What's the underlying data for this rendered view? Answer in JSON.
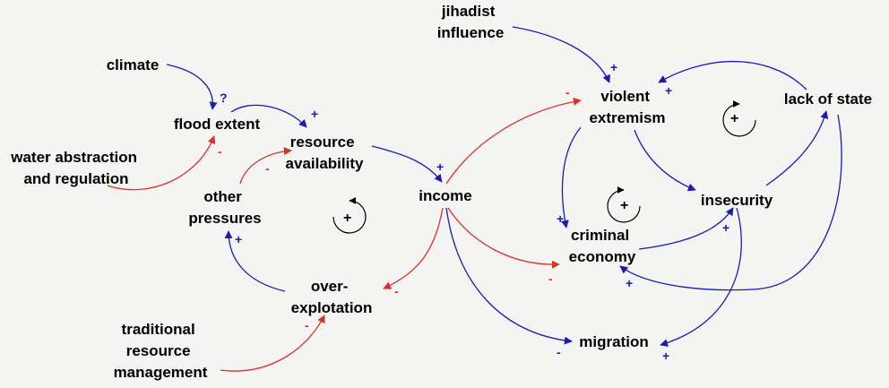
{
  "colors": {
    "background": "#f4f4f2",
    "positive_link": "#1b1bb4",
    "negative_link": "#d8302a",
    "text": "#000000"
  },
  "nodes": {
    "jihadist": [
      "jihadist",
      "influence"
    ],
    "climate": [
      "climate"
    ],
    "flood": [
      "flood extent"
    ],
    "water": [
      "water abstraction",
      "and regulation"
    ],
    "resource": [
      "resource",
      "availability"
    ],
    "pressures": [
      "other",
      "pressures"
    ],
    "income": [
      "income"
    ],
    "over": [
      "over-",
      "explotation"
    ],
    "traditional": [
      "traditional",
      "resource",
      "management"
    ],
    "violent": [
      "violent",
      "extremism"
    ],
    "lack": [
      "lack of state"
    ],
    "insecurity": [
      "insecurity"
    ],
    "criminal": [
      "criminal",
      "economy"
    ],
    "migration": [
      "migration"
    ]
  },
  "links": [
    {
      "id": "climate-flood",
      "from": "climate",
      "to": "flood extent",
      "polarity": "?",
      "color": "positive"
    },
    {
      "id": "water-flood",
      "from": "water abstraction and regulation",
      "to": "flood extent",
      "polarity": "-",
      "color": "negative"
    },
    {
      "id": "flood-resource",
      "from": "flood extent",
      "to": "resource availability",
      "polarity": "+",
      "color": "positive"
    },
    {
      "id": "pressures-resource",
      "from": "other pressures",
      "to": "resource availability",
      "polarity": "-",
      "color": "negative"
    },
    {
      "id": "resource-income",
      "from": "resource availability",
      "to": "income",
      "polarity": "+",
      "color": "positive"
    },
    {
      "id": "income-over",
      "from": "income",
      "to": "over-explotation",
      "polarity": "-",
      "color": "negative"
    },
    {
      "id": "over-pressures",
      "from": "over-explotation",
      "to": "other pressures",
      "polarity": "+",
      "color": "positive"
    },
    {
      "id": "traditional-over",
      "from": "traditional resource management",
      "to": "over-explotation",
      "polarity": "-",
      "color": "negative"
    },
    {
      "id": "income-violent",
      "from": "income",
      "to": "violent extremism",
      "polarity": "-",
      "color": "negative"
    },
    {
      "id": "income-criminal",
      "from": "income",
      "to": "criminal economy",
      "polarity": "-",
      "color": "negative"
    },
    {
      "id": "income-migration",
      "from": "income",
      "to": "migration",
      "polarity": "-",
      "color": "positive"
    },
    {
      "id": "jihadist-violent",
      "from": "jihadist influence",
      "to": "violent extremism",
      "polarity": "+",
      "color": "positive"
    },
    {
      "id": "violent-criminal",
      "from": "violent extremism",
      "to": "criminal economy",
      "polarity": "+",
      "color": "positive"
    },
    {
      "id": "violent-insecurity",
      "from": "violent extremism",
      "to": "insecurity",
      "polarity": "",
      "color": "positive"
    },
    {
      "id": "insecurity-lack",
      "from": "insecurity",
      "to": "lack of state",
      "polarity": "",
      "color": "positive"
    },
    {
      "id": "lack-violent",
      "from": "lack of state",
      "to": "violent extremism",
      "polarity": "+",
      "color": "positive"
    },
    {
      "id": "criminal-insecurity",
      "from": "criminal economy",
      "to": "insecurity",
      "polarity": "+",
      "color": "positive"
    },
    {
      "id": "lack-criminal",
      "from": "lack of state",
      "to": "criminal economy",
      "polarity": "+",
      "color": "positive"
    },
    {
      "id": "insecurity-migration",
      "from": "insecurity",
      "to": "migration",
      "polarity": "+",
      "color": "positive"
    }
  ],
  "loops": [
    {
      "id": "loop-resource",
      "sign": "+"
    },
    {
      "id": "loop-criminal",
      "sign": "+"
    },
    {
      "id": "loop-lack",
      "sign": "+"
    }
  ]
}
